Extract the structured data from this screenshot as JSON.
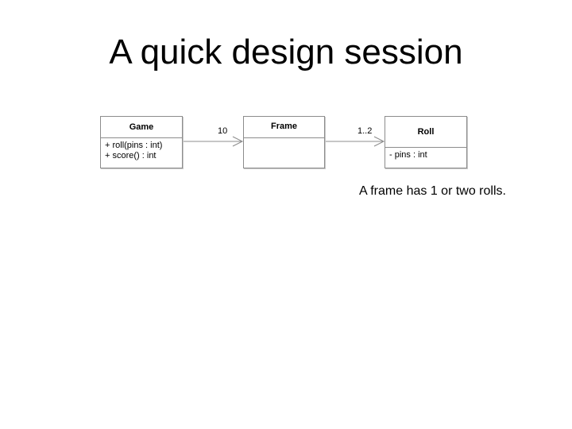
{
  "slide": {
    "title": "A quick design session"
  },
  "classes": {
    "game": {
      "name": "Game",
      "members": [
        "+ roll(pins : int)",
        "+ score() : int"
      ]
    },
    "frame": {
      "name": "Frame",
      "members": []
    },
    "roll": {
      "name": "Roll",
      "members": [
        "- pins : int"
      ]
    }
  },
  "associations": {
    "game_to_frame": {
      "multiplicity": "10"
    },
    "frame_to_roll": {
      "multiplicity": "1..2"
    }
  },
  "note": {
    "text": "A frame has 1 or two rolls."
  }
}
